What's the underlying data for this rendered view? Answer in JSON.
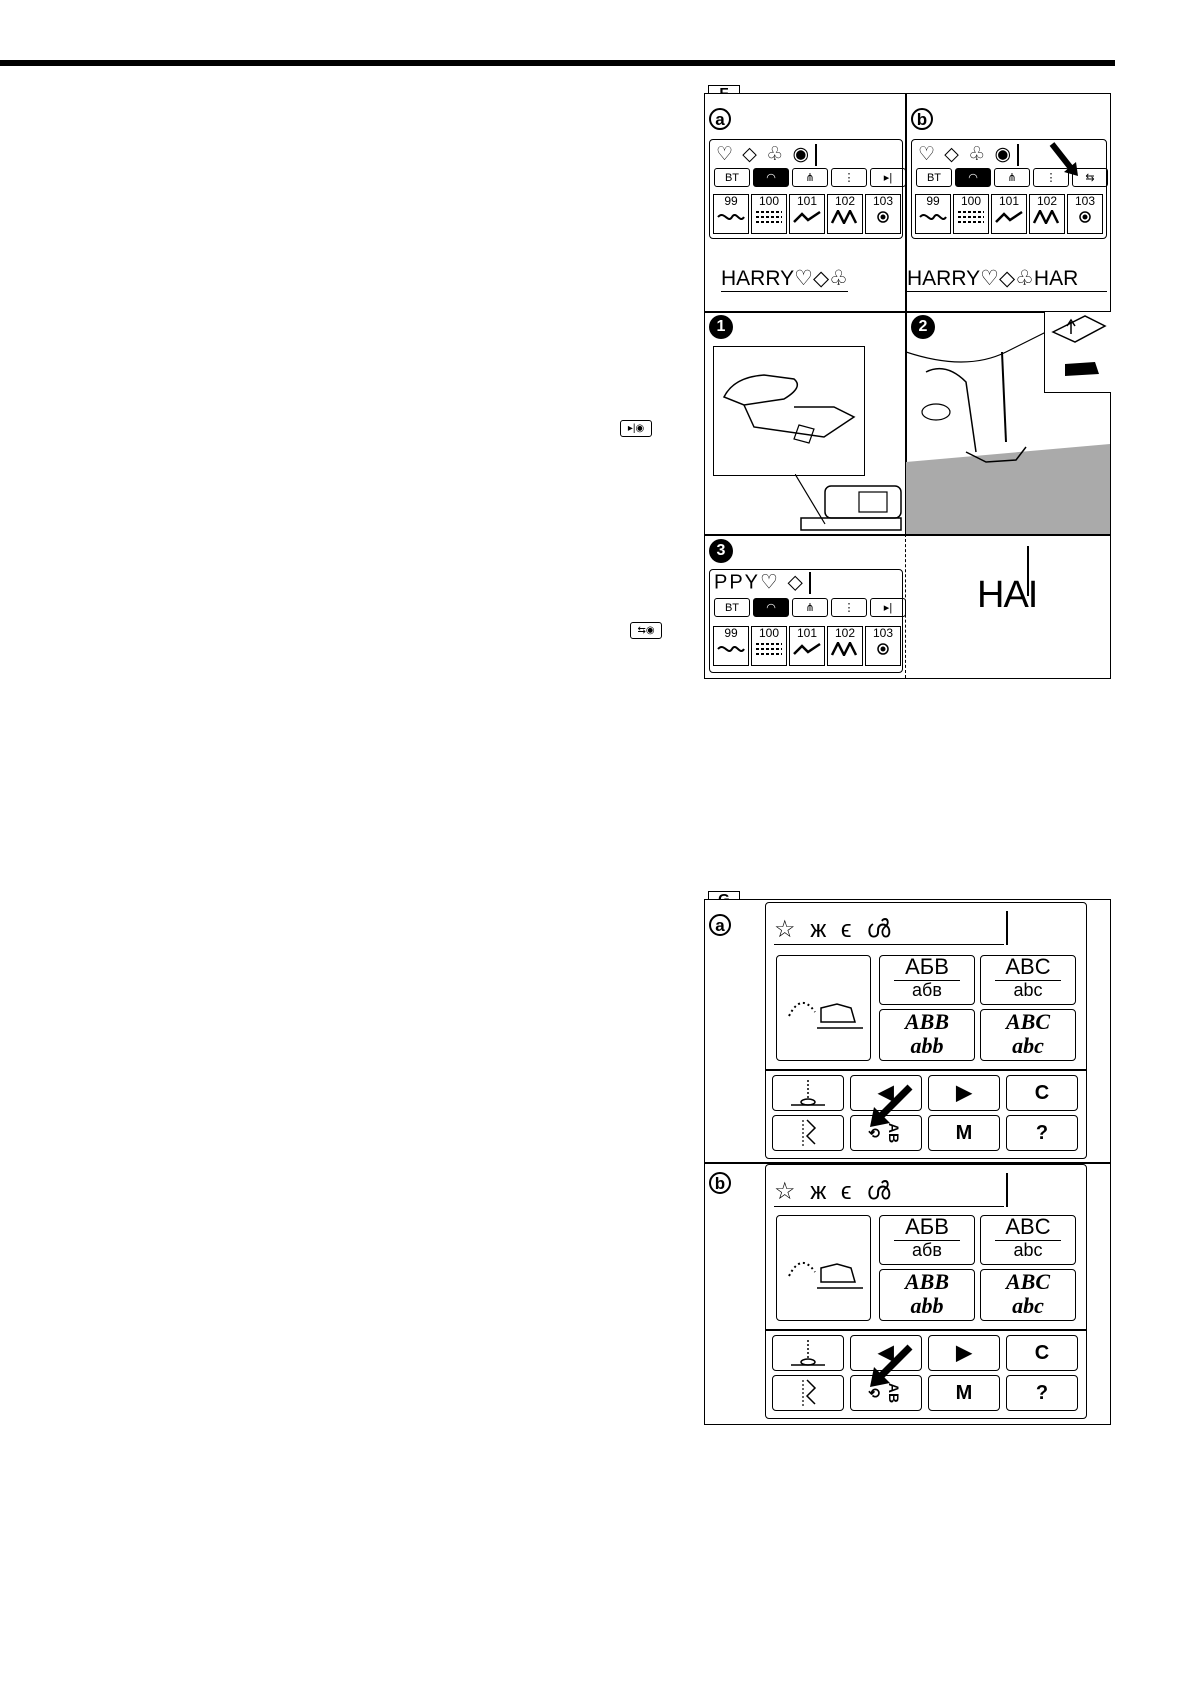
{
  "figure_f": {
    "tag": "F",
    "panel_a": {
      "label": "a",
      "symbols": "♡ ◇ ♧ ◉",
      "icons": [
        "BT",
        "",
        "⋔",
        "⋮",
        "▸|"
      ],
      "numbers": [
        "99",
        "100",
        "101",
        "102",
        "103"
      ],
      "stitch_text": "HARRY♡◇♧"
    },
    "panel_b": {
      "label": "b",
      "symbols": "♡ ◇ ♧ ◉",
      "icons": [
        "BT",
        "",
        "⋔",
        "⋮",
        "⇆"
      ],
      "numbers": [
        "99",
        "100",
        "101",
        "102",
        "103"
      ],
      "stitch_text": "HARRY♡◇♧HAR"
    },
    "step1": {
      "label": "1"
    },
    "step2": {
      "label": "2"
    },
    "step3": {
      "label": "3",
      "display": "PPY♡ ◇",
      "icons": [
        "BT",
        "",
        "⋔",
        "⋮",
        "▸|"
      ],
      "numbers": [
        "99",
        "100",
        "101",
        "102",
        "103"
      ],
      "stitch_text": "HAI"
    }
  },
  "figure_g": {
    "tag": "G",
    "panel_a": {
      "label": "a",
      "cyrillic_upper": "АБВ",
      "cyrillic_lower": "абв",
      "latin_upper": "ABC",
      "latin_lower": "abc",
      "script_upper_1": "ABB",
      "script_lower_1": "abb",
      "script_upper_2": "ABC",
      "script_lower_2": "abc",
      "controls": [
        "◀",
        "▶",
        "C",
        "M",
        "?"
      ],
      "mode_label": "AB"
    },
    "panel_b": {
      "label": "b",
      "cyrillic_upper": "АБВ",
      "cyrillic_lower": "абв",
      "latin_upper": "ABC",
      "latin_lower": "abc",
      "script_upper_1": "ABB",
      "script_lower_1": "abb",
      "script_upper_2": "ABC",
      "script_lower_2": "abc",
      "controls": [
        "◀",
        "▶",
        "C",
        "M",
        "?"
      ],
      "mode_label": "AB"
    }
  }
}
